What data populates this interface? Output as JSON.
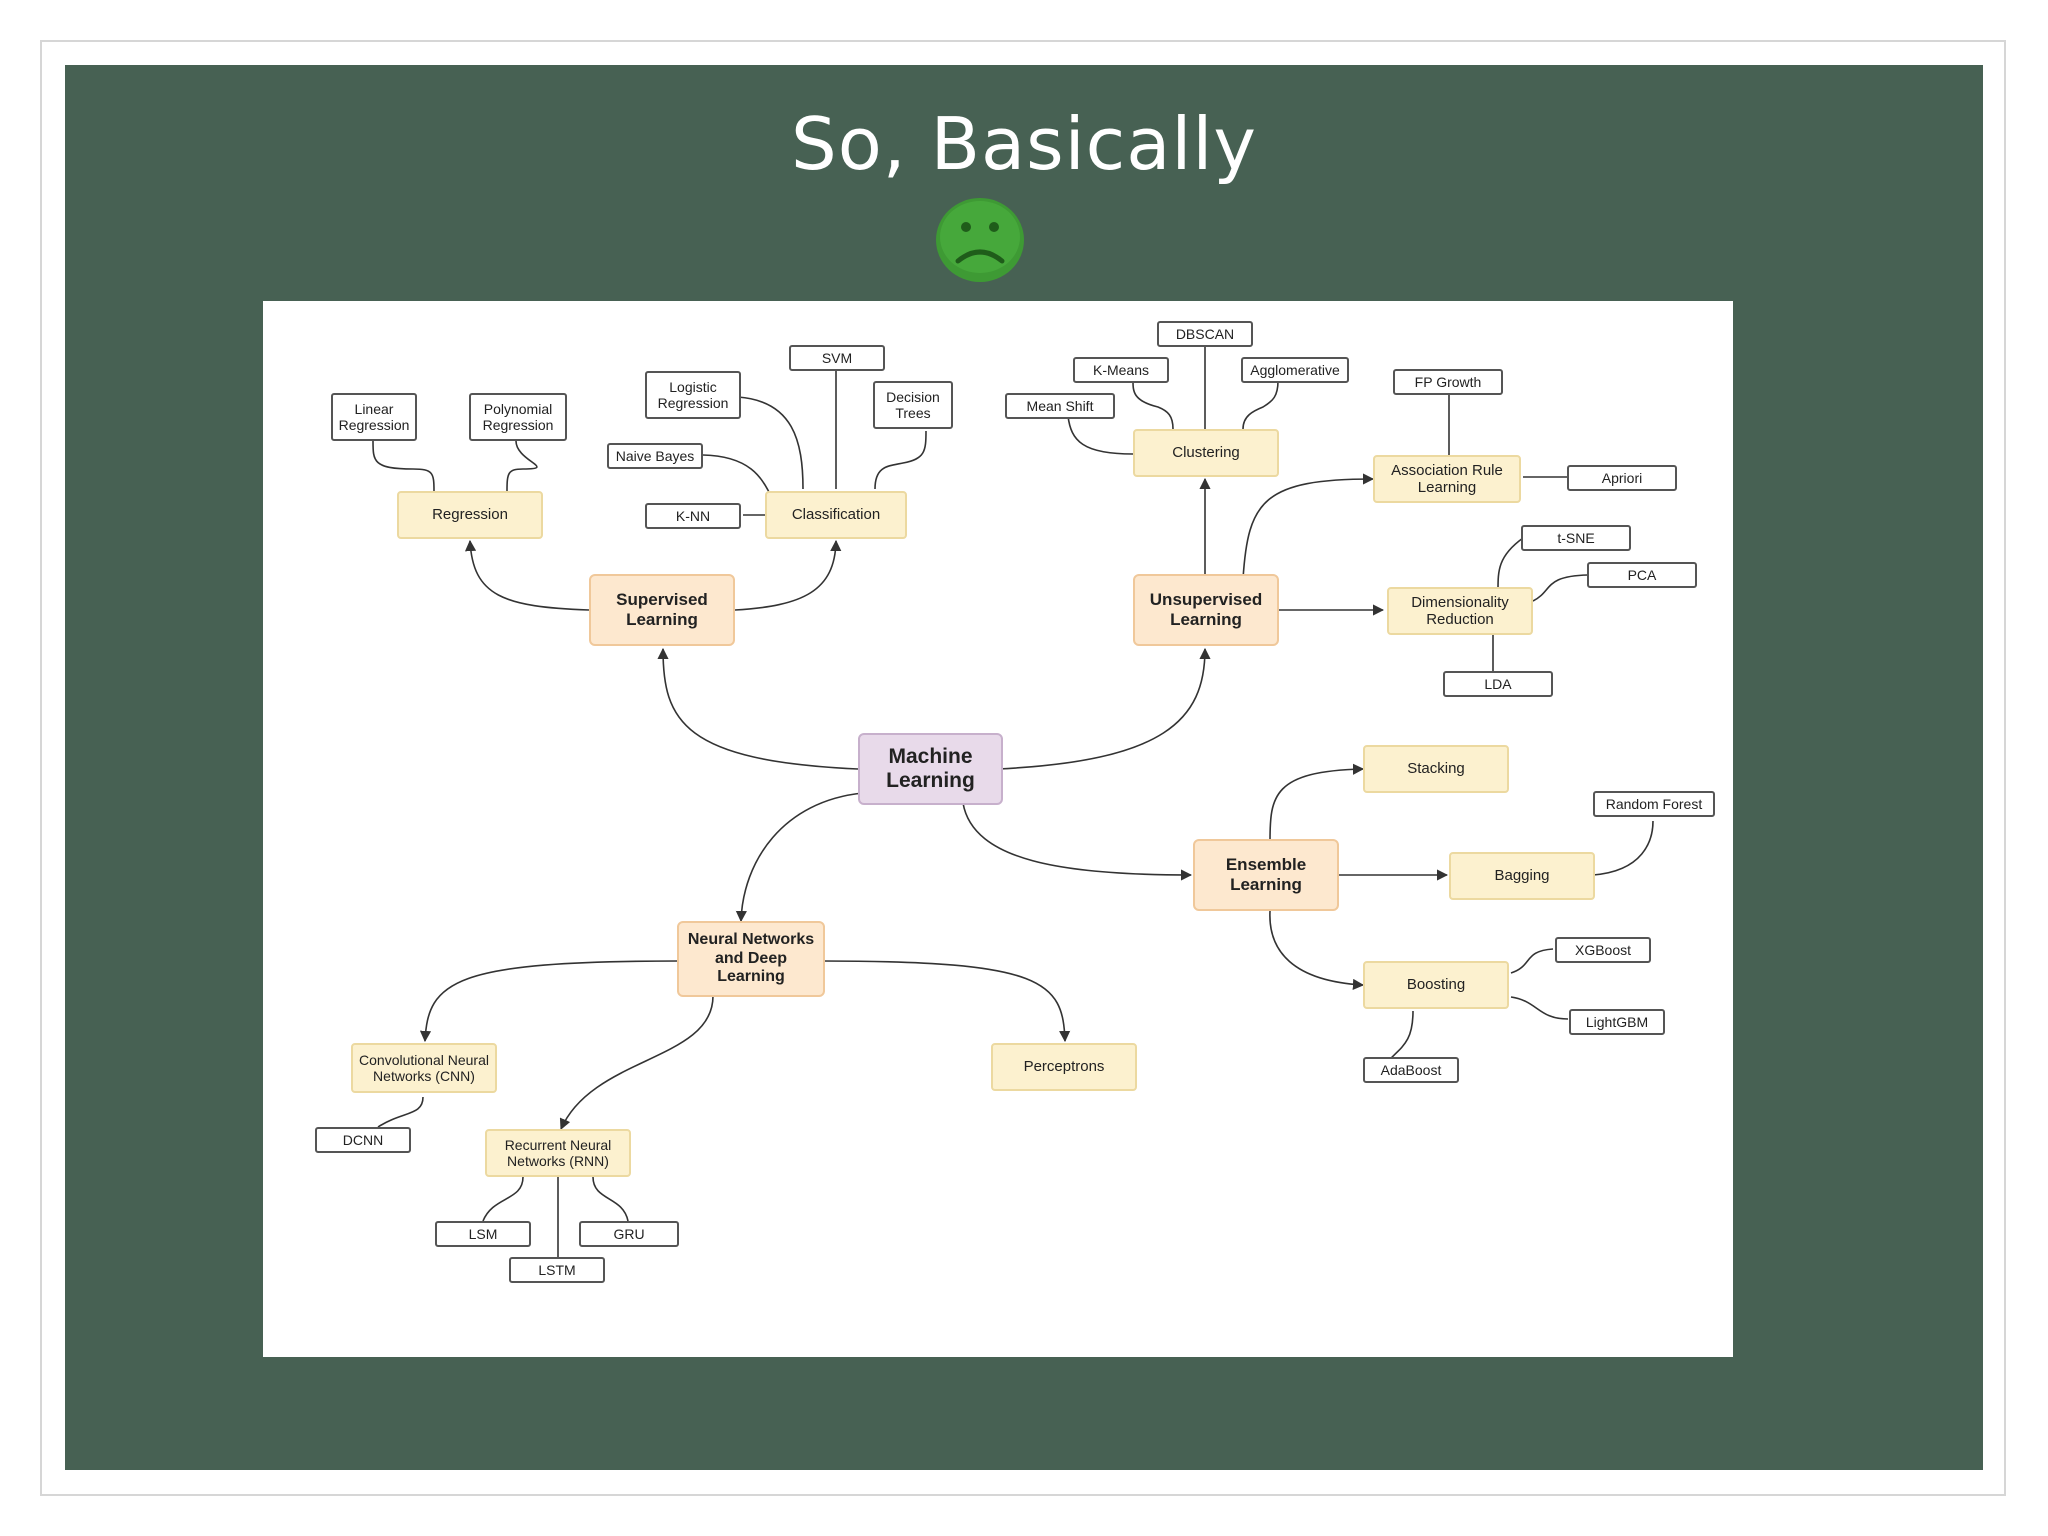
{
  "slide": {
    "title": "So, Basically",
    "reaction_icon": "sad-face-icon",
    "reaction_color": "#3e9a34"
  },
  "diagram": {
    "nodes": {
      "machine_learning": "Machine\nLearning",
      "supervised": "Supervised\nLearning",
      "unsupervised": "Unsupervised\nLearning",
      "neural": "Neural Networks\nand Deep\nLearning",
      "ensemble": "Ensemble\nLearning",
      "regression": "Regression",
      "classification": "Classification",
      "linear_regression": "Linear\nRegression",
      "polynomial_regression": "Polynomial\nRegression",
      "logistic_regression": "Logistic\nRegression",
      "svm": "SVM",
      "decision_trees": "Decision\nTrees",
      "naive_bayes": "Naive Bayes",
      "knn": "K-NN",
      "clustering": "Clustering",
      "dbscan": "DBSCAN",
      "kmeans": "K-Means",
      "agglomerative": "Agglomerative",
      "mean_shift": "Mean Shift",
      "association": "Association Rule\nLearning",
      "fp_growth": "FP Growth",
      "apriori": "Apriori",
      "dimensionality": "Dimensionality\nReduction",
      "tsne": "t-SNE",
      "pca": "PCA",
      "lda": "LDA",
      "stacking": "Stacking",
      "bagging": "Bagging",
      "random_forest": "Random Forest",
      "boosting": "Boosting",
      "xgboost": "XGBoost",
      "lightgbm": "LightGBM",
      "adaboost": "AdaBoost",
      "cnn": "Convolutional Neural\nNetworks (CNN)",
      "dcnn": "DCNN",
      "rnn": "Recurrent Neural\nNetworks (RNN)",
      "lsm": "LSM",
      "gru": "GRU",
      "lstm": "LSTM",
      "perceptrons": "Perceptrons"
    },
    "colors": {
      "slide_background": "#476153",
      "root_fill": "#e8daea",
      "main_fill": "#fde8cf",
      "sub_fill": "#fcf1cf",
      "connector": "#333333"
    }
  }
}
